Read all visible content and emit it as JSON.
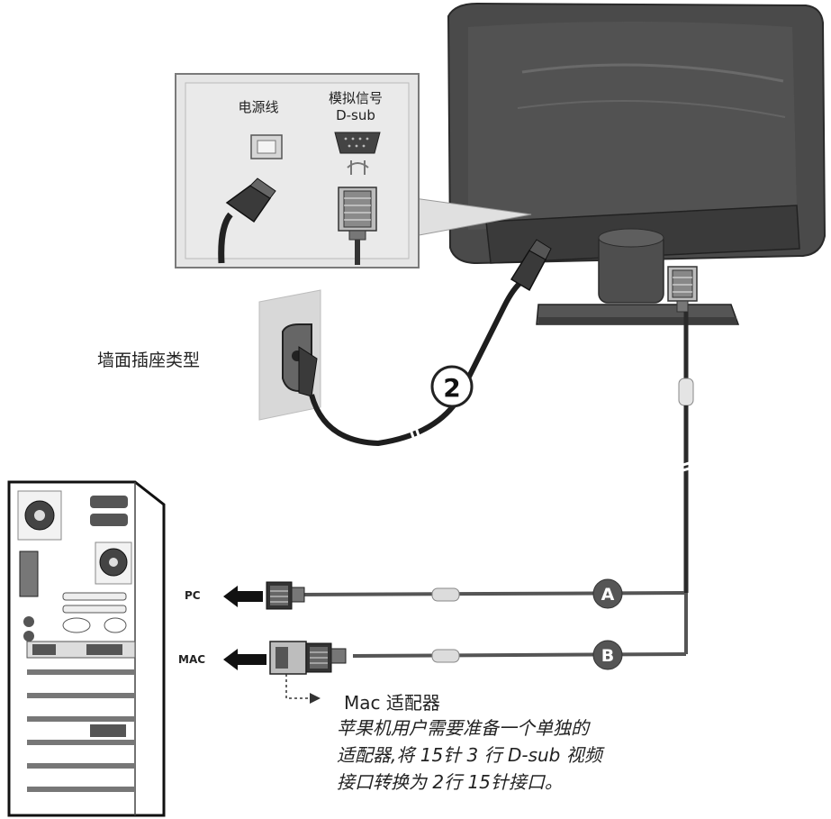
{
  "inset": {
    "power_label": "电源线",
    "analog_label_line1": "模拟信号",
    "analog_label_line2": "D-sub"
  },
  "wall_outlet_label": "墙面插座类型",
  "step_number": "2",
  "cable_a_label": "A",
  "cable_b_label": "B",
  "pc_label": "PC",
  "mac_label": "MAC",
  "mac_adapter": {
    "title": "Mac 适配器",
    "lines": [
      "苹果机用户需要准备一个单独的",
      "适配器,将  15针 3 行 D-sub 视频",
      "接口转换为  2行  15针接口。"
    ]
  }
}
